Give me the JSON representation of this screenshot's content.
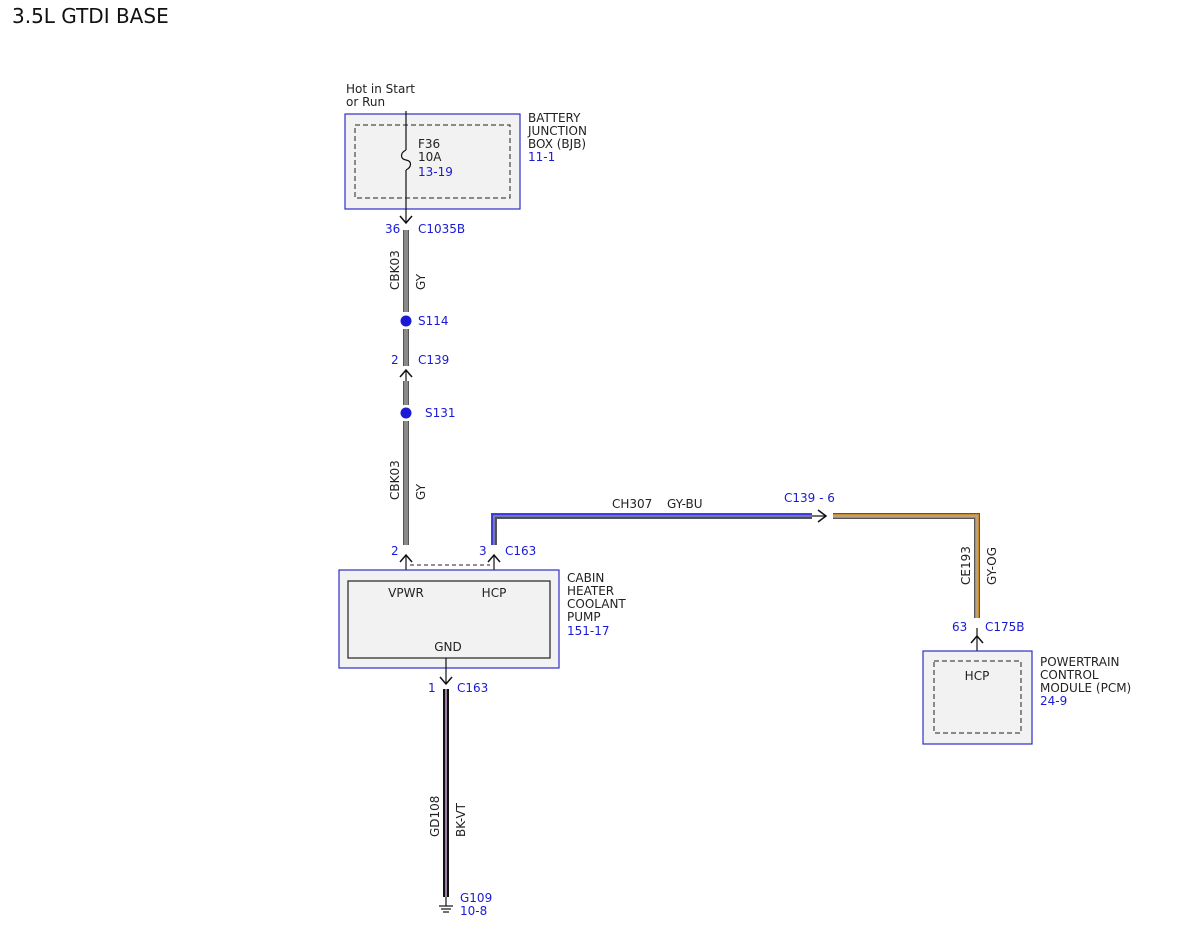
{
  "title": "3.5L GTDI BASE",
  "colors": {
    "link": "#1a1ad6",
    "wire_gray": "#7a7a7a",
    "wire_blue": "#3b3bd9",
    "wire_orange": "#c98a2e",
    "wire_violet": "#c6a6d4",
    "wire_black": "#111111",
    "box_border": "#2f2fc7",
    "box_fill": "#f2f2f2"
  },
  "power": {
    "line1": "Hot in Start",
    "line2": "or Run"
  },
  "bjb": {
    "line1": "BATTERY",
    "line2": "JUNCTION",
    "line3": "BOX (BJB)",
    "ref": "11-1",
    "fuse": {
      "name": "F36",
      "rating": "10A",
      "ref": "13-19"
    },
    "pin": "36",
    "connector": "C1035B"
  },
  "wire_cbk03_upper": {
    "circuit": "CBK03",
    "color": "GY"
  },
  "s114": "S114",
  "c139": {
    "pin": "2",
    "connector": "C139"
  },
  "s131": "S131",
  "wire_cbk03_lower": {
    "circuit": "CBK03",
    "color": "GY"
  },
  "pump": {
    "line1": "CABIN",
    "line2": "HEATER",
    "line3": "COOLANT",
    "line4": "PUMP",
    "ref": "151-17",
    "vpwr": "VPWR",
    "hcp": "HCP",
    "gnd": "GND",
    "vpwr_pin": "2",
    "hcp_pin": "3",
    "connector": "C163",
    "gnd_pin": "1",
    "gnd_connector": "C163"
  },
  "wire_ch307": {
    "circuit": "CH307",
    "color": "GY-BU"
  },
  "inline_connector": "C139 - 6",
  "wire_ce193": {
    "circuit": "CE193",
    "color": "GY-OG"
  },
  "pcm": {
    "pin": "63",
    "connector": "C175B",
    "hcp": "HCP",
    "line1": "POWERTRAIN",
    "line2": "CONTROL",
    "line3": "MODULE (PCM)",
    "ref": "24-9"
  },
  "wire_gd108": {
    "circuit": "GD108",
    "color": "BK-VT"
  },
  "ground": {
    "name": "G109",
    "ref": "10-8"
  }
}
